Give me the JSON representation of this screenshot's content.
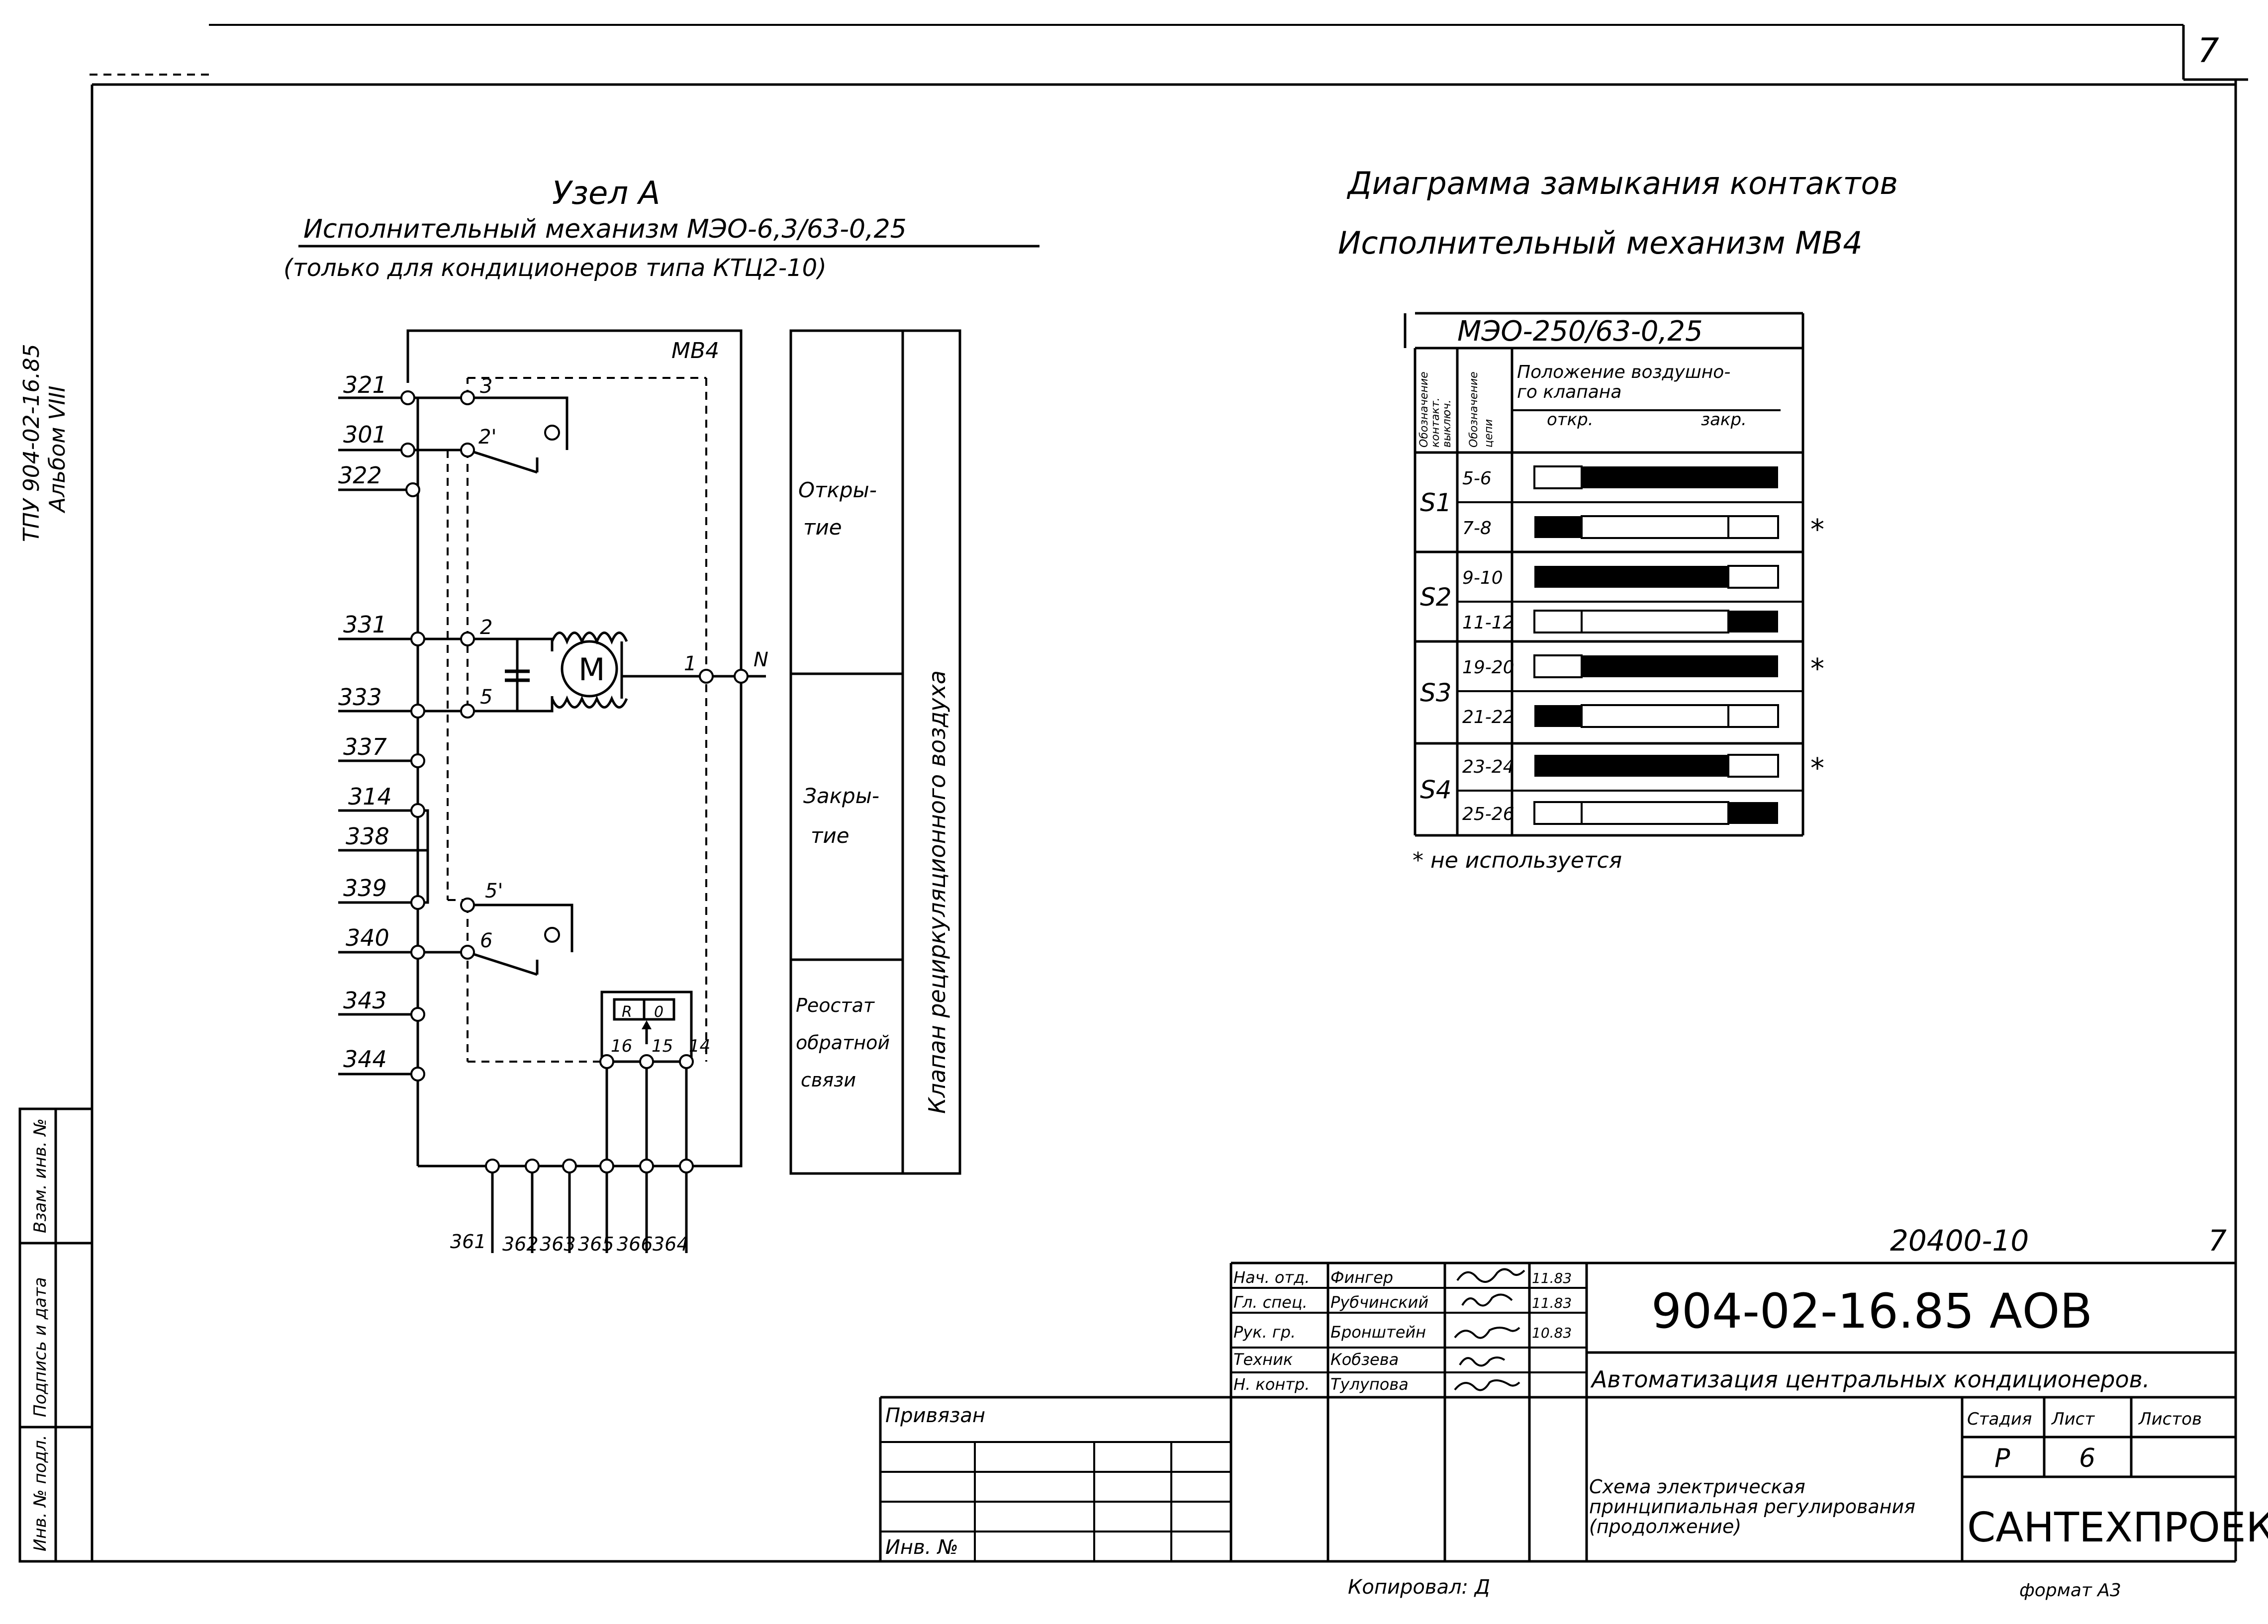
{
  "sheet": {
    "page_number": "7",
    "side_code": "ТПУ 904-02-16.85",
    "side_album": "Альбом VIII",
    "copied_by": "Копировал: Д",
    "format": "формат А3"
  },
  "node_a": {
    "title": "Узел А",
    "subtitle": "Исполнительный механизм МЭО-6,3/63-0,25",
    "note": "(только для кондиционеров типа КТЦ2-10)",
    "box_label": "МВ4",
    "terminals": [
      "321",
      "301",
      "322",
      "331",
      "333",
      "337",
      "314",
      "338",
      "339",
      "340",
      "343",
      "344"
    ],
    "bottom_terminals": [
      "361",
      "362",
      "363",
      "365",
      "366",
      "364"
    ],
    "contacts": {
      "c3": "3",
      "c2p": "2'",
      "c2": "2",
      "c5": "5",
      "c5p": "5'",
      "c6": "6",
      "c1": "1",
      "n": "N",
      "c16": "16",
      "c15": "15",
      "c14": "14"
    },
    "motor": "М",
    "rheo_left": "R",
    "rheo_right": "0",
    "func_open": [
      "Откры-",
      "тие"
    ],
    "func_close": [
      "Закры-",
      "тие"
    ],
    "func_rheo": [
      "Реостат",
      "обратной",
      "связи"
    ],
    "valve": "Клапан рециркуляционного воздуха"
  },
  "diagram": {
    "title": "Диаграмма замыкания контактов",
    "subtitle": "Исполнительный механизм МВ4",
    "table_title": "МЭО-250/63-0,25",
    "col1": [
      "Обозначение",
      "контакт.",
      "выключ."
    ],
    "col2": [
      "Обозначение",
      "цепи"
    ],
    "col3": [
      "Положение воздушно-",
      "го клапана"
    ],
    "open": "откр.",
    "closed": "закр.",
    "groups": [
      {
        "switch": "S1",
        "rows": [
          {
            "circuit": "5-6",
            "segments": [
              0,
              1,
              1
            ],
            "unused": false
          },
          {
            "circuit": "7-8",
            "segments": [
              1,
              0,
              0
            ],
            "unused": true
          }
        ]
      },
      {
        "switch": "S2",
        "rows": [
          {
            "circuit": "9-10",
            "segments": [
              1,
              1,
              0
            ],
            "unused": false
          },
          {
            "circuit": "11-12",
            "segments": [
              0,
              0,
              1
            ],
            "unused": false
          }
        ]
      },
      {
        "switch": "S3",
        "rows": [
          {
            "circuit": "19-20",
            "segments": [
              0,
              1,
              1
            ],
            "unused": true
          },
          {
            "circuit": "21-22",
            "segments": [
              1,
              0,
              0
            ],
            "unused": false
          }
        ]
      },
      {
        "switch": "S4",
        "rows": [
          {
            "circuit": "23-24",
            "segments": [
              1,
              1,
              0
            ],
            "unused": true
          },
          {
            "circuit": "25-26",
            "segments": [
              0,
              0,
              1
            ],
            "unused": false
          }
        ]
      }
    ],
    "star": "*",
    "footnote": "* не используется"
  },
  "stamp": {
    "order_number": "20400-10",
    "sheet_small": "7",
    "doc_code": "904-02-16.85 АОВ",
    "project": "Автоматизация центральных кондиционеров.",
    "sheet_title": "Схема электрическая принципиальная регулирования (продолжение)",
    "organization": "САНТЕХПРОЕКТ",
    "stage_label": "Стадия",
    "sheet_label": "Лист",
    "sheets_label": "Листов",
    "stage": "Р",
    "sheet": "6",
    "sheets": "",
    "bound": "Привязан",
    "inv_no": "Инв. №",
    "people": [
      {
        "role": "Нач. отд.",
        "name": "Фингер",
        "date": "11.83"
      },
      {
        "role": "Гл. спец.",
        "name": "Рубчинский",
        "date": "11.83"
      },
      {
        "role": "Рук. гр.",
        "name": "Бронштейн",
        "date": "10.83"
      },
      {
        "role": "Техник",
        "name": "Кобзева",
        "date": ""
      },
      {
        "role": "Н. контр.",
        "name": "Тулупова",
        "date": ""
      }
    ],
    "left_strip": [
      "Инв. № подл.",
      "Подпись и дата",
      "Взам. инв. №"
    ]
  }
}
